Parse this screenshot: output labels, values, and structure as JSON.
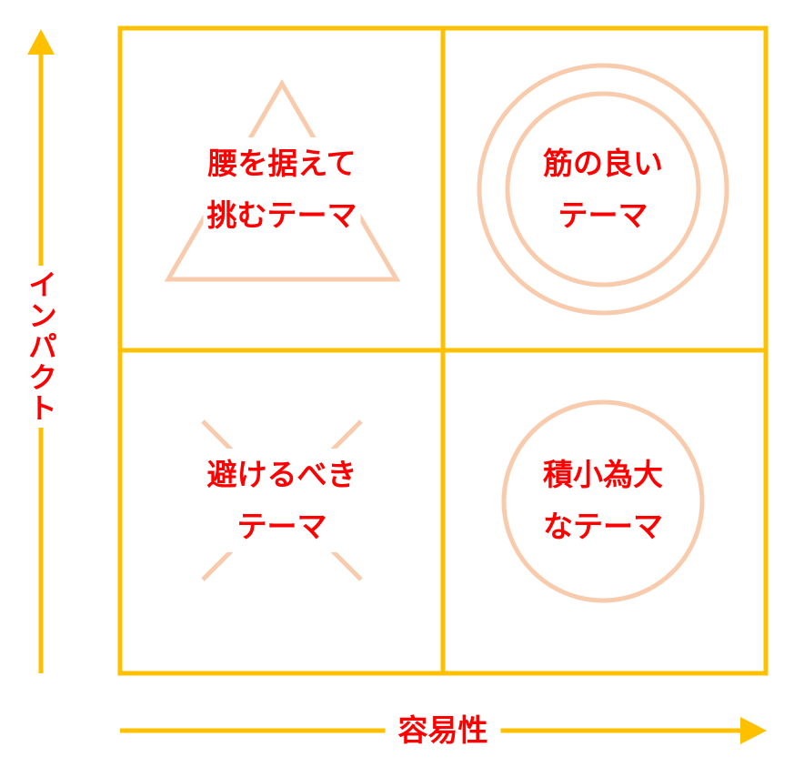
{
  "colors": {
    "grid": "#FFC000",
    "shape": "#F8CBAD",
    "text": "#FF0000"
  },
  "axes": {
    "y_label": "インパクト",
    "x_label": "容易性"
  },
  "quadrants": {
    "top_left": {
      "lines": [
        "腰を据えて",
        "挑むテーマ"
      ],
      "icon": "triangle"
    },
    "top_right": {
      "lines": [
        "筋の良い",
        "テーマ"
      ],
      "icon": "double-circle"
    },
    "bottom_left": {
      "lines": [
        "避けるべき",
        "テーマ"
      ],
      "icon": "cross"
    },
    "bottom_right": {
      "lines": [
        "積小為大",
        "なテーマ"
      ],
      "icon": "circle"
    }
  }
}
